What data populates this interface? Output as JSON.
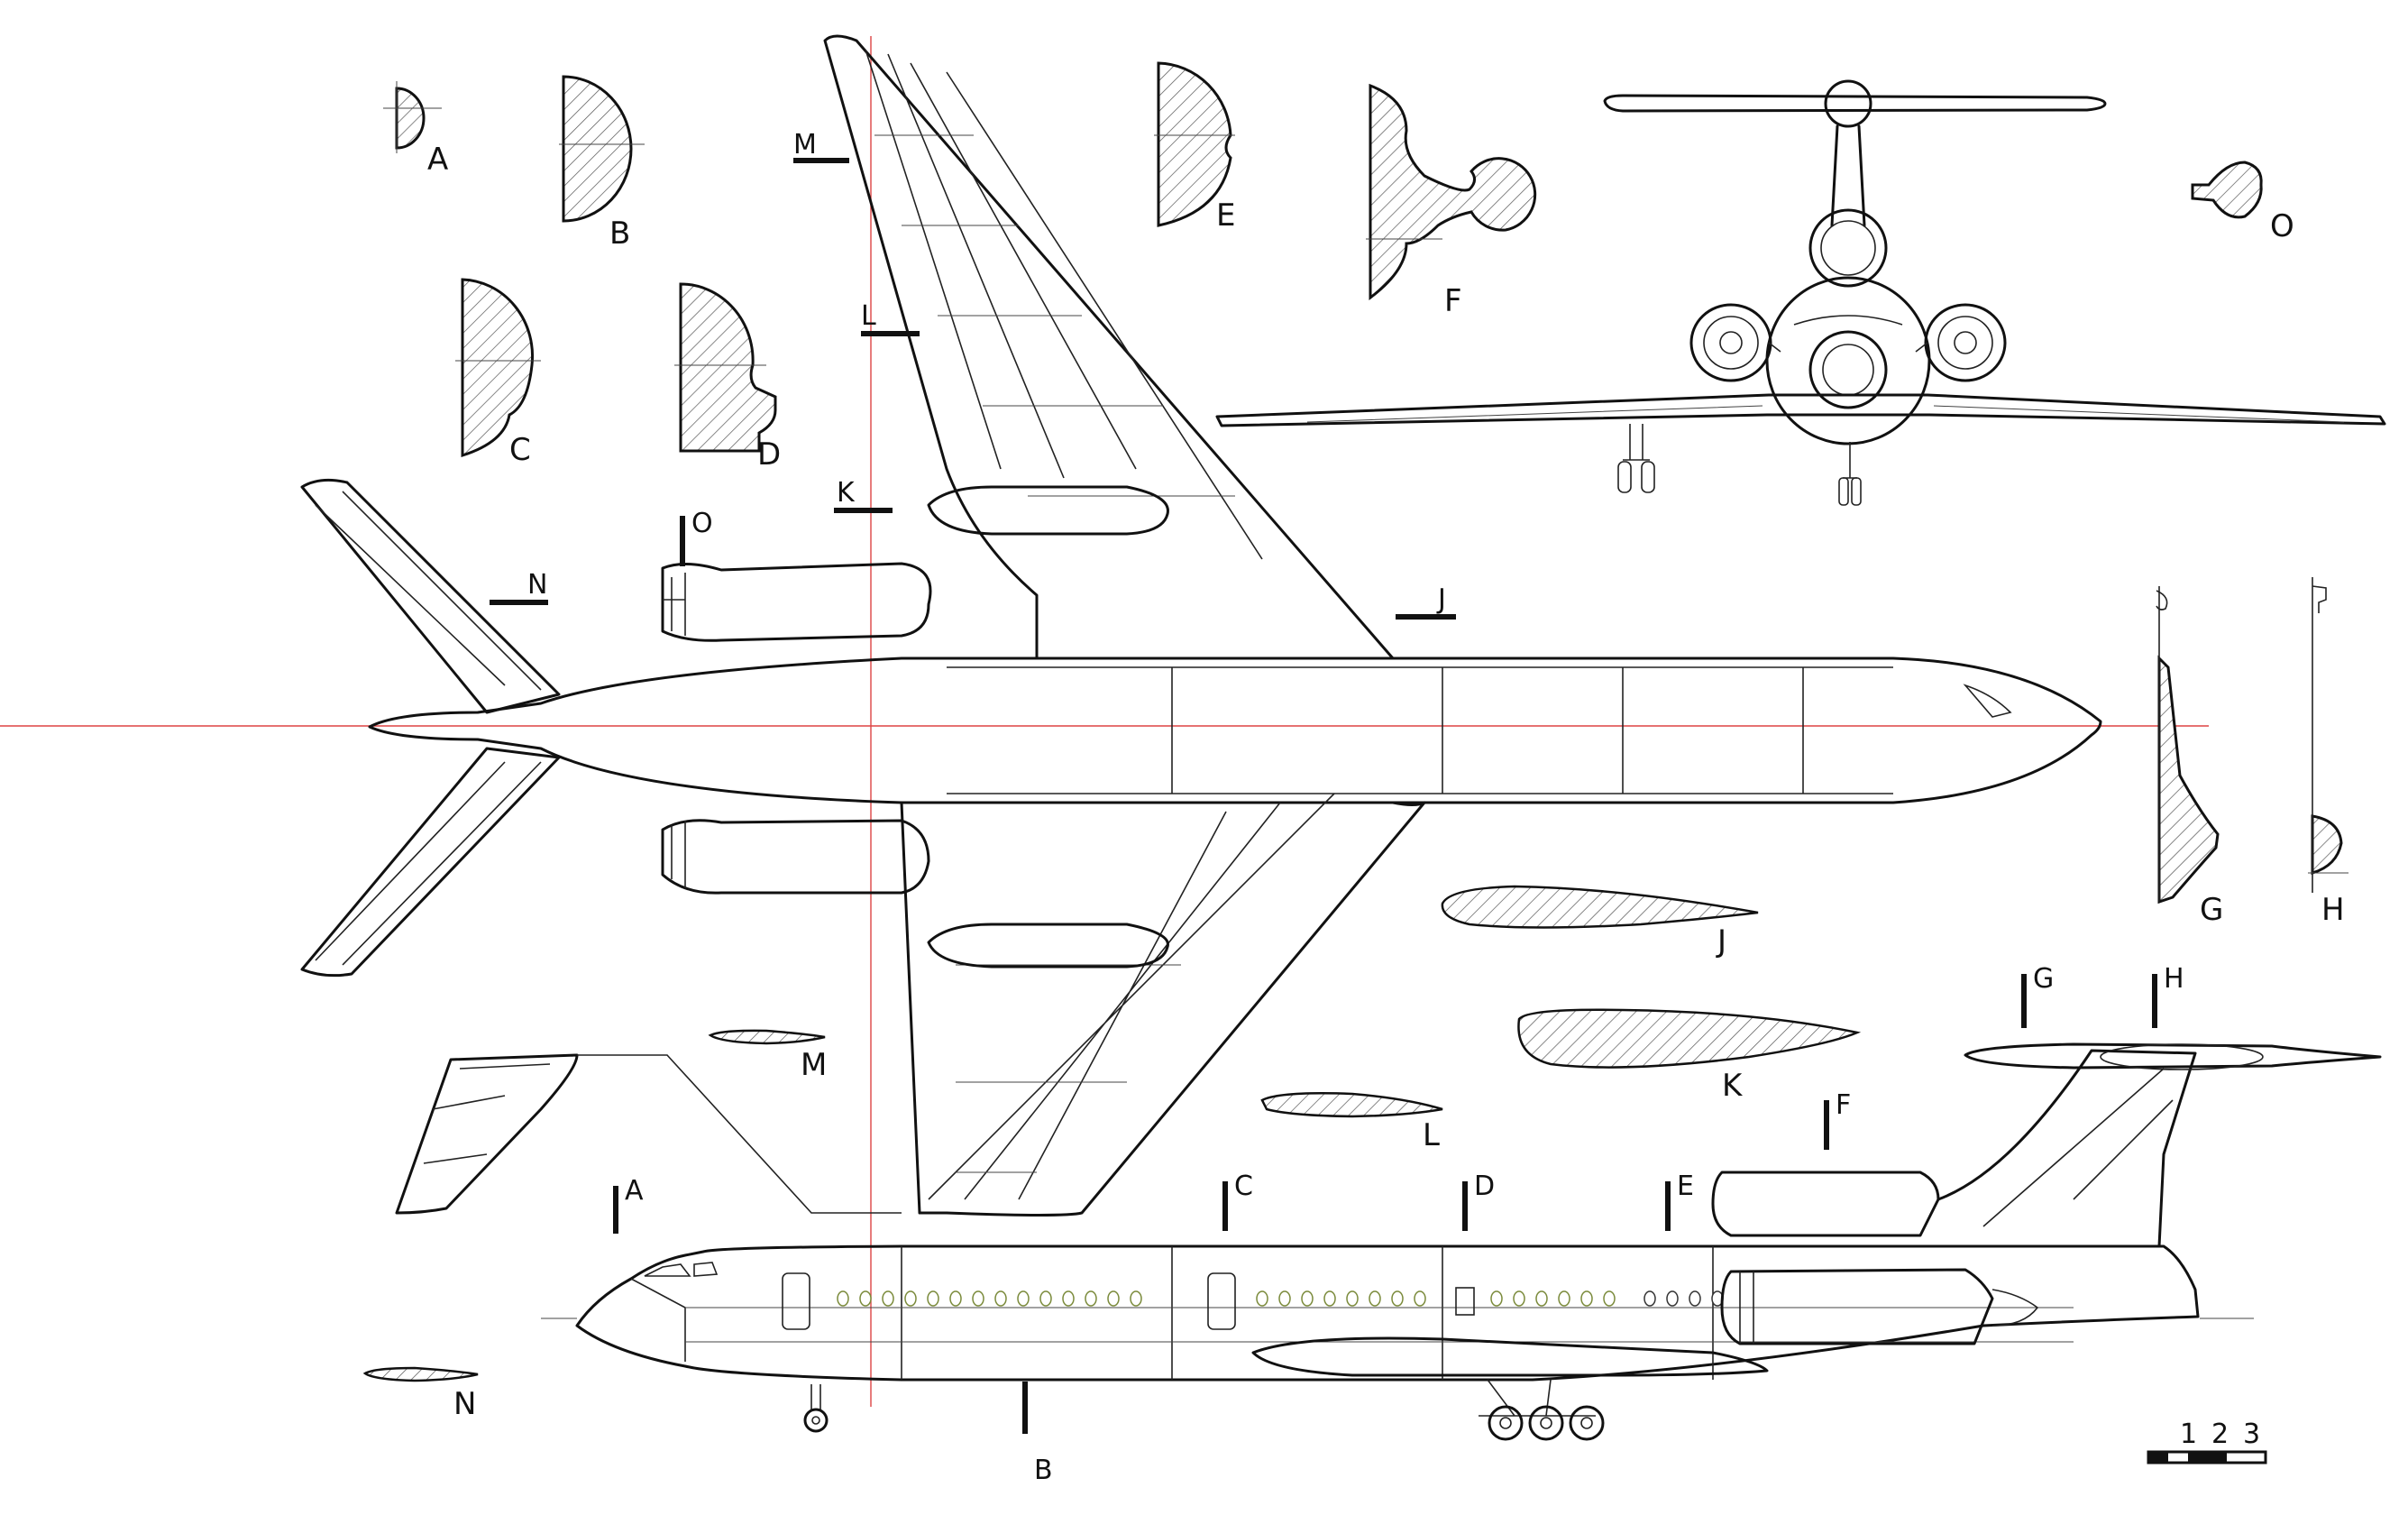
{
  "section_labels": {
    "A": "A",
    "B": "B",
    "C": "C",
    "D": "D",
    "E": "E",
    "F": "F",
    "G": "G",
    "H": "H",
    "J": "J",
    "K": "K",
    "L": "L",
    "M": "M",
    "N": "N",
    "O": "O"
  },
  "station_marks": {
    "A": "A",
    "B": "B",
    "C": "C",
    "D": "D",
    "E": "E",
    "F": "F",
    "G": "G",
    "H": "H",
    "O": "O"
  },
  "wing_cuts": {
    "J": "J",
    "K": "K",
    "L": "L",
    "M": "M",
    "N": "N"
  },
  "scale_bar": {
    "t1": "1",
    "t2": "2",
    "t3": "3"
  },
  "colors": {
    "line": "#111111",
    "centerline": "#dd4444",
    "windows": "#7a8a3a"
  }
}
